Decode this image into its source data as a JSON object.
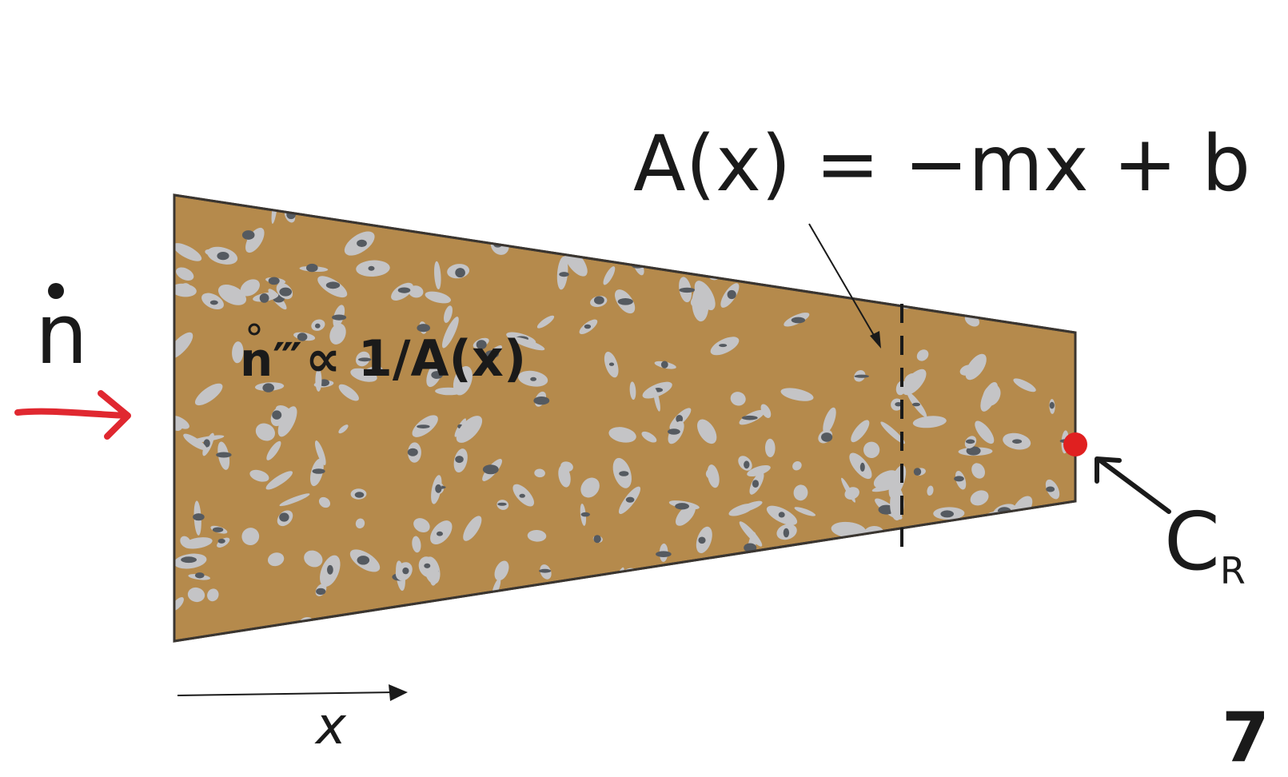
{
  "diagram": {
    "equation": "A(x) = −mx + b",
    "inflow_symbol": "n",
    "relation_lhs": "n‴",
    "relation_rhs": "∝ 1/A(x)",
    "concentration_main": "C",
    "concentration_sub": "R",
    "axis_label": "x",
    "page_number": "7"
  },
  "colors": {
    "solid_fill": "#b58a4c",
    "grain_light": "#c4c4c6",
    "grain_dark": "#555a60",
    "inflow_arrow": "#e02830",
    "outlet_dot": "#e02020",
    "ink": "#1a1a1a"
  }
}
